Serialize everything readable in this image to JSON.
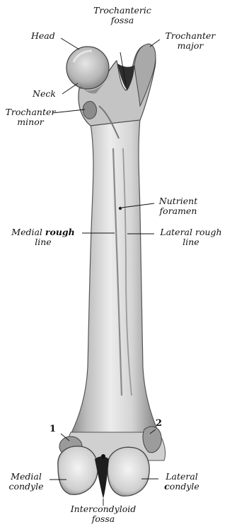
{
  "figure": {
    "background": "#ffffff",
    "bone_fill": "#d9d9d9",
    "ink": "#111111"
  },
  "labels": {
    "head": "Head",
    "trochanteric_fossa_1": "Trochanteric",
    "trochanteric_fossa_2": "fossa",
    "trochanter_major_1": "Trochanter",
    "trochanter_major_2": "major",
    "neck": "Neck",
    "trochanter_minor_1": "Trochanter",
    "trochanter_minor_2": "minor",
    "nutrient_foramen_1": "Nutrient",
    "nutrient_foramen_2": "foramen",
    "medial_rough_line_1a": "Medial ",
    "medial_rough_line_1b": "rough",
    "medial_rough_line_2": "line",
    "lateral_rough_line_1": "Lateral rough",
    "lateral_rough_line_2": "line",
    "marker_1": "1",
    "marker_2": "2",
    "medial_condyle_1": "Medial",
    "medial_condyle_2": "condyle",
    "lateral_condyle_1": "Lateral",
    "lateral_condyle_2a": "c",
    "lateral_condyle_2b": "ondyle",
    "intercondyloid_fossa_1": "Intercondyloid",
    "intercondyloid_fossa_2": "fossa"
  }
}
